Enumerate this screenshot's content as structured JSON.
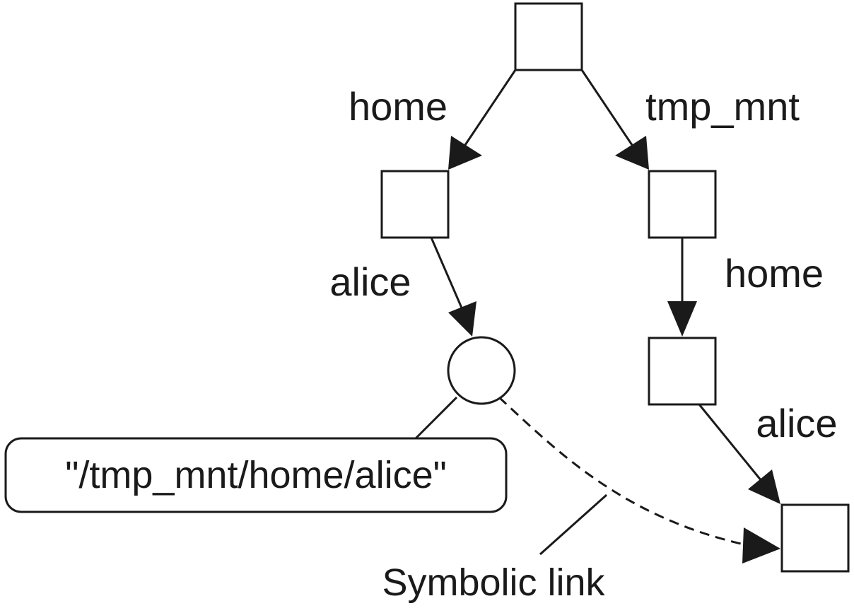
{
  "nodes": [
    {
      "id": "root",
      "shape": "square"
    },
    {
      "id": "home-dir",
      "shape": "square"
    },
    {
      "id": "tmp-mnt-dir",
      "shape": "square"
    },
    {
      "id": "alice-symlink",
      "shape": "circle"
    },
    {
      "id": "tmp-mnt-home-dir",
      "shape": "square"
    },
    {
      "id": "tmp-mnt-home-alice-dir",
      "shape": "square"
    }
  ],
  "edges": [
    {
      "from": "root",
      "to": "home-dir",
      "label": "home"
    },
    {
      "from": "root",
      "to": "tmp-mnt-dir",
      "label": "tmp_mnt"
    },
    {
      "from": "home-dir",
      "to": "alice-symlink",
      "label": "alice"
    },
    {
      "from": "tmp-mnt-dir",
      "to": "tmp-mnt-home-dir",
      "label": "home"
    },
    {
      "from": "tmp-mnt-home-dir",
      "to": "tmp-mnt-home-alice-dir",
      "label": "alice"
    },
    {
      "from": "alice-symlink",
      "to": "tmp-mnt-home-alice-dir",
      "style": "dashed"
    }
  ],
  "symlink_target": "\"/tmp_mnt/home/alice\"",
  "symlink_caption": "Symbolic link",
  "colors": {
    "stroke": "#1a1a1a",
    "fill": "#ffffff"
  }
}
